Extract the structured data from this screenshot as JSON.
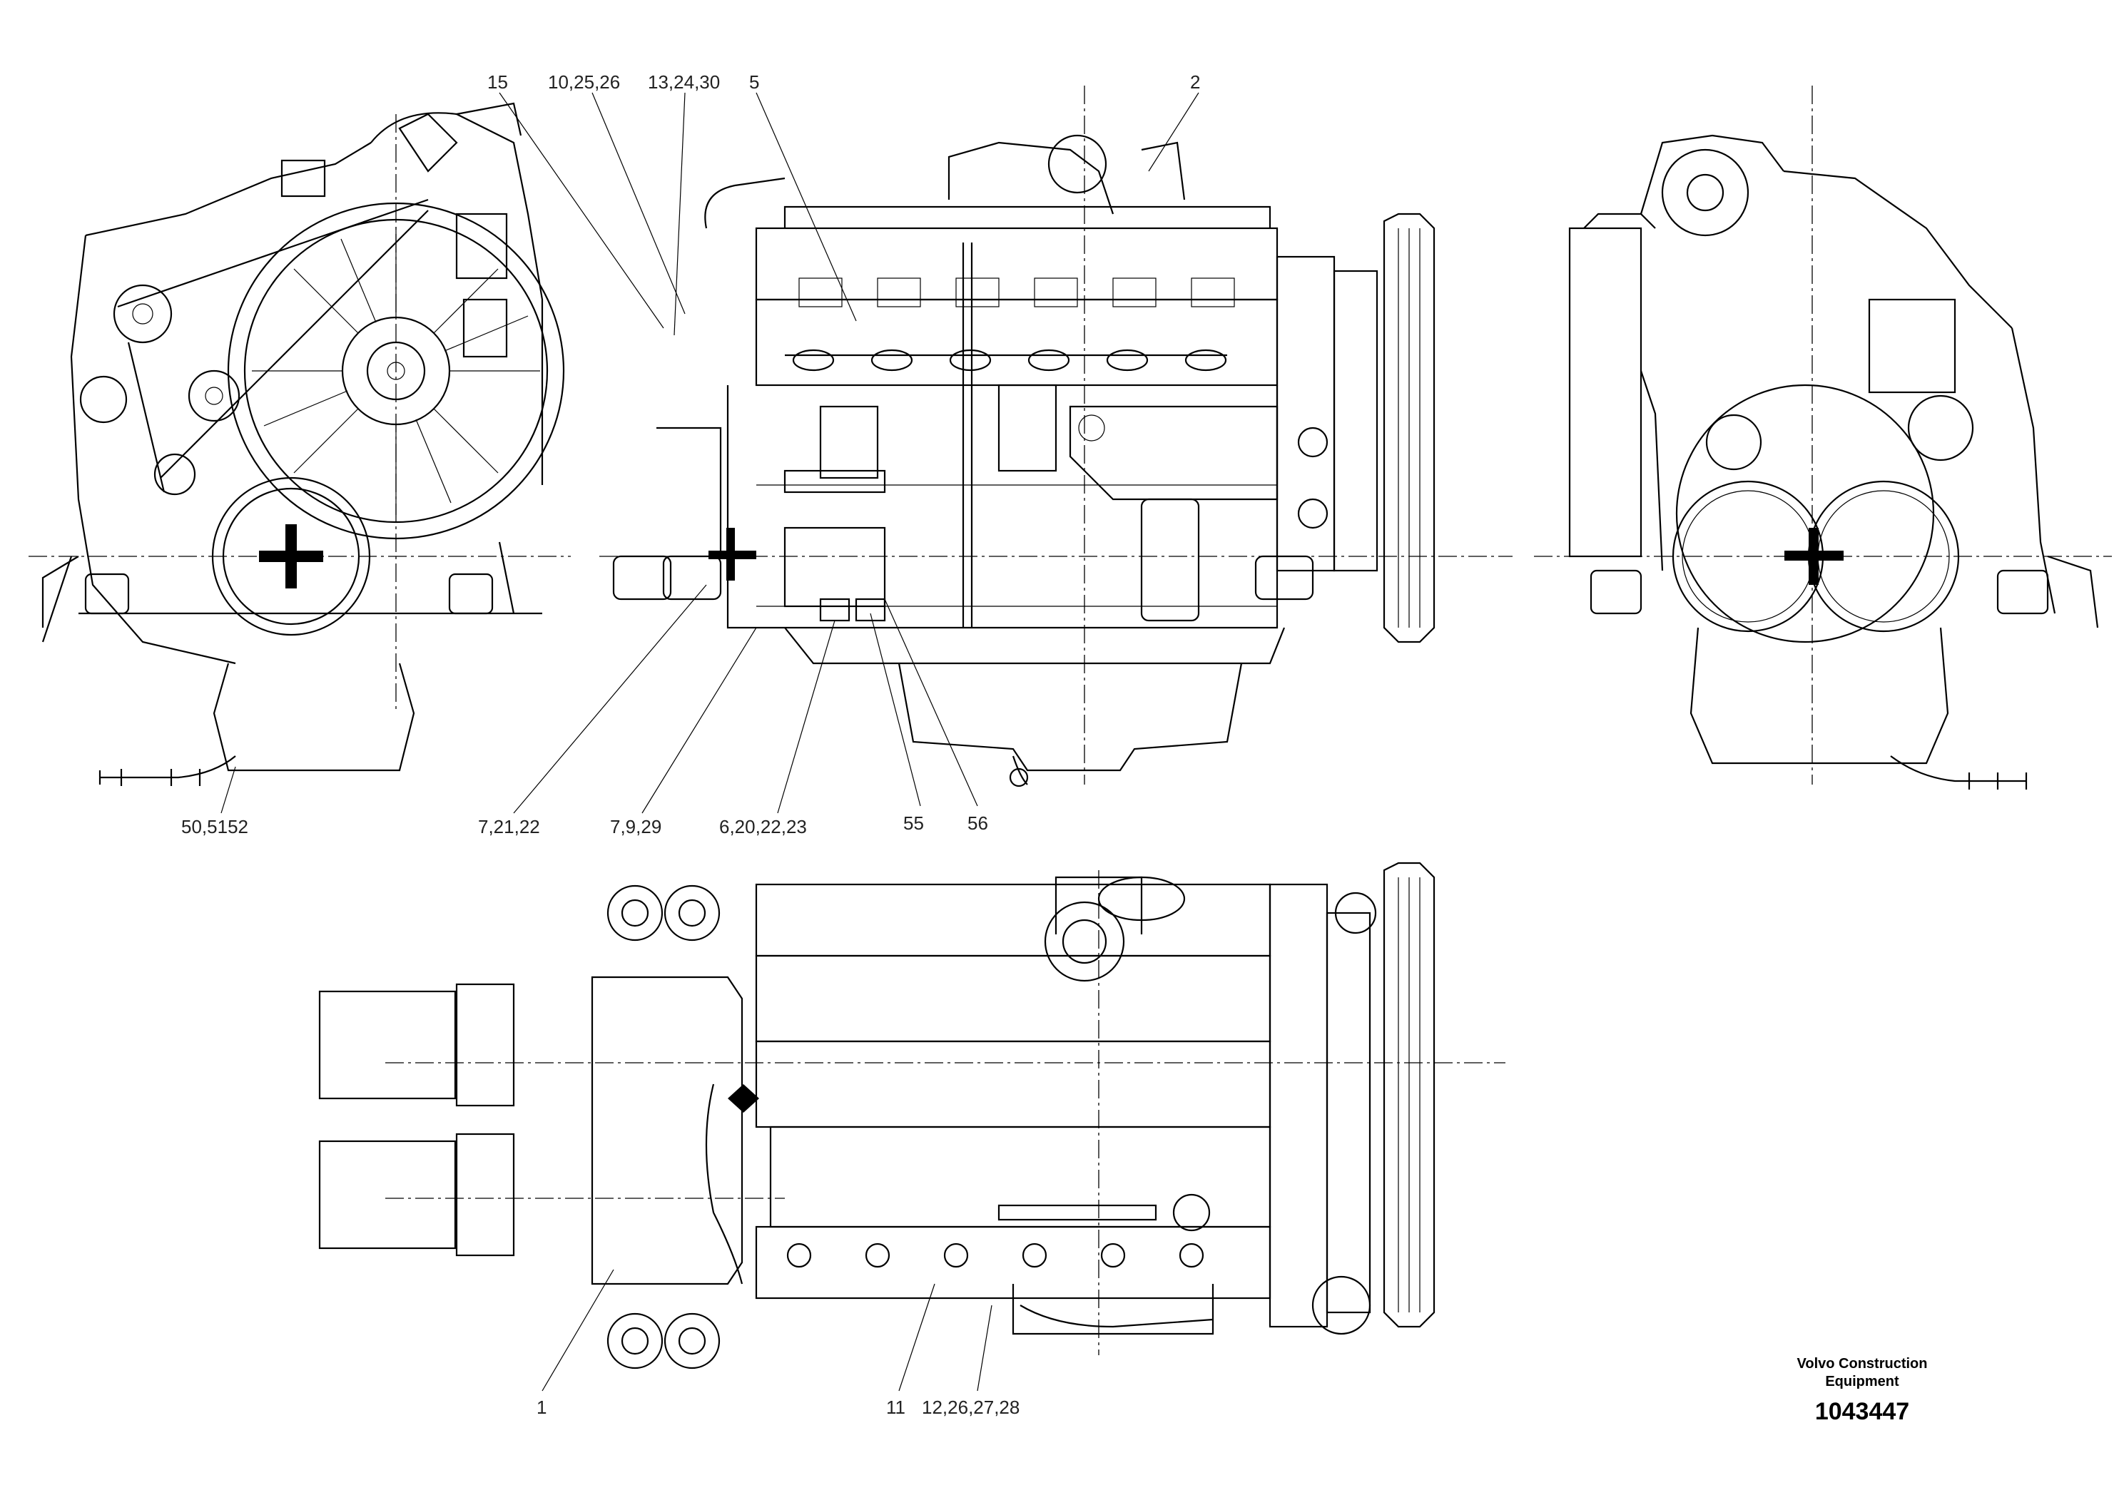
{
  "callouts": {
    "c15": "15",
    "c10_25_26": "10,25,26",
    "c13_24_30": "13,24,30",
    "c5": "5",
    "c2": "2",
    "c50_51_52": "50,5152",
    "c7_21_22": "7,21,22",
    "c7_9_29": "7,9,29",
    "c6_20_22_23": "6,20,22,23",
    "c55": "55",
    "c56": "56",
    "c1": "1",
    "c11": "11",
    "c12_26_27_28": "12,26,27,28"
  },
  "legend": {
    "company_line1": "Volvo Construction",
    "company_line2": "Equipment",
    "drawing_number": "1043447"
  }
}
